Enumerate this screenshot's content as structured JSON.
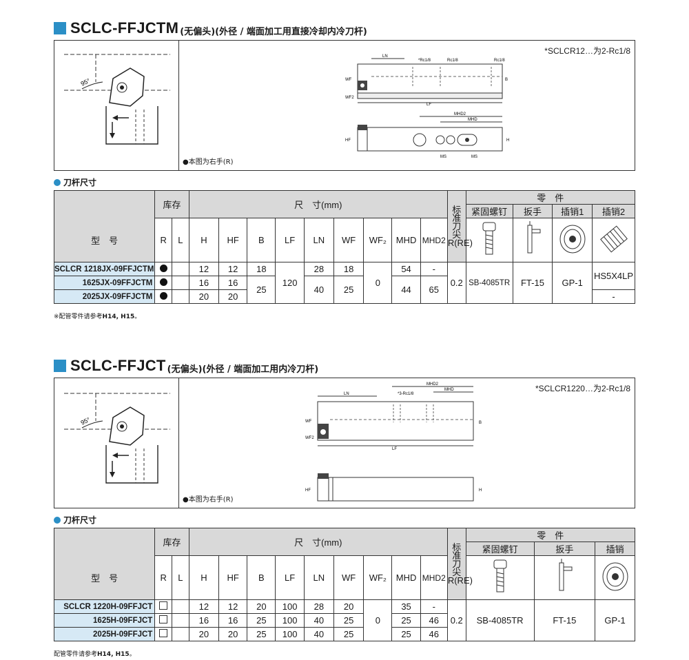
{
  "sections": [
    {
      "code": "SCLC-FFJCTM",
      "subtitle": "(无偏头)(外径 / 端面加工用直接冷却内冷刀杆)",
      "note": "*SCLCR12…为2-Rc1/8",
      "right_hand": "●本图为右手(R)",
      "table_title": "刀杆尺寸",
      "headers": {
        "model": "型　号",
        "stock": "库存",
        "dims": "尺　寸(mm)",
        "std": "标准刀尖R(RE)",
        "parts": "零　件"
      },
      "cols": [
        "R",
        "L",
        "H",
        "HF",
        "B",
        "LF",
        "LN",
        "WF",
        "WF₂",
        "MHD",
        "MHD2"
      ],
      "parts": [
        "紧固螺钉",
        "扳手",
        "插销1",
        "插销2"
      ],
      "rows": [
        {
          "prefix": "SCLCR",
          "model": "1218JX-09FFJCTM",
          "R": "●",
          "H": "12",
          "HF": "12",
          "B": "18",
          "LN": "28",
          "WF": "18",
          "MHD": "54",
          "MHD2": "-"
        },
        {
          "prefix": "",
          "model": "1625JX-09FFJCTM",
          "R": "●",
          "H": "16",
          "HF": "16",
          "LN": "40",
          "WF": "25",
          "MHD": "44",
          "MHD2": "65"
        },
        {
          "prefix": "",
          "model": "2025JX-09FFJCTM",
          "R": "●",
          "H": "20",
          "HF": "20"
        }
      ],
      "shared": {
        "B": "25",
        "LF": "120",
        "WF2": "0",
        "RE": "0.2",
        "screw": "SB-4085TR",
        "wrench": "FT-15",
        "pin1": "GP-1",
        "pin2a": "HS5X4LP",
        "pin2b": "-"
      },
      "foot_pre": "※配管零件请参考",
      "foot_bold": "H14, H15",
      "foot_post": "。"
    },
    {
      "code": "SCLC-FFJCT",
      "subtitle": "(无偏头)(外径 / 端面加工用内冷刀杆)",
      "note": "*SCLCR1220…为2-Rc1/8",
      "right_hand": "●本图为右手(R)",
      "table_title": "刀杆尺寸",
      "headers": {
        "model": "型　号",
        "stock": "库存",
        "dims": "尺　寸(mm)",
        "std": "标准刀尖R(RE)",
        "parts": "零　件"
      },
      "cols": [
        "R",
        "L",
        "H",
        "HF",
        "B",
        "LF",
        "LN",
        "WF",
        "WF₂",
        "MHD",
        "MHD2"
      ],
      "parts": [
        "紧固螺钉",
        "扳手",
        "插销"
      ],
      "rows": [
        {
          "prefix": "SCLCR",
          "model": "1220H-09FFJCT",
          "R": "□",
          "H": "12",
          "HF": "12",
          "B": "20",
          "LF": "100",
          "LN": "28",
          "WF": "20",
          "MHD": "35",
          "MHD2": "-"
        },
        {
          "prefix": "",
          "model": "1625H-09FFJCT",
          "R": "□",
          "H": "16",
          "HF": "16",
          "B": "25",
          "LF": "100",
          "LN": "40",
          "WF": "25",
          "MHD": "25",
          "MHD2": "46"
        },
        {
          "prefix": "",
          "model": "2025H-09FFJCT",
          "R": "□",
          "H": "20",
          "HF": "20",
          "B": "25",
          "LF": "100",
          "LN": "40",
          "WF": "25",
          "MHD": "25",
          "MHD2": "46"
        }
      ],
      "shared": {
        "WF2": "0",
        "RE": "0.2",
        "screw": "SB-4085TR",
        "wrench": "FT-15",
        "pin": "GP-1"
      },
      "foot_pre": "配管零件请参考",
      "foot_bold": "H14, H15",
      "foot_post": "。"
    }
  ],
  "drawing_labels": {
    "LN": "LN",
    "LF": "LF",
    "WF": "WF",
    "WF2": "WF2",
    "HF": "HF",
    "H": "H",
    "B": "B",
    "MHD": "MHD",
    "MHD2": "MHD2",
    "MS": "MS",
    "rc1": "*Rc1/8",
    "rc2": "Rc1/8",
    "rc3": "Rc1/8",
    "rc4": "*3-Rc1/8",
    "angle": "95°"
  }
}
